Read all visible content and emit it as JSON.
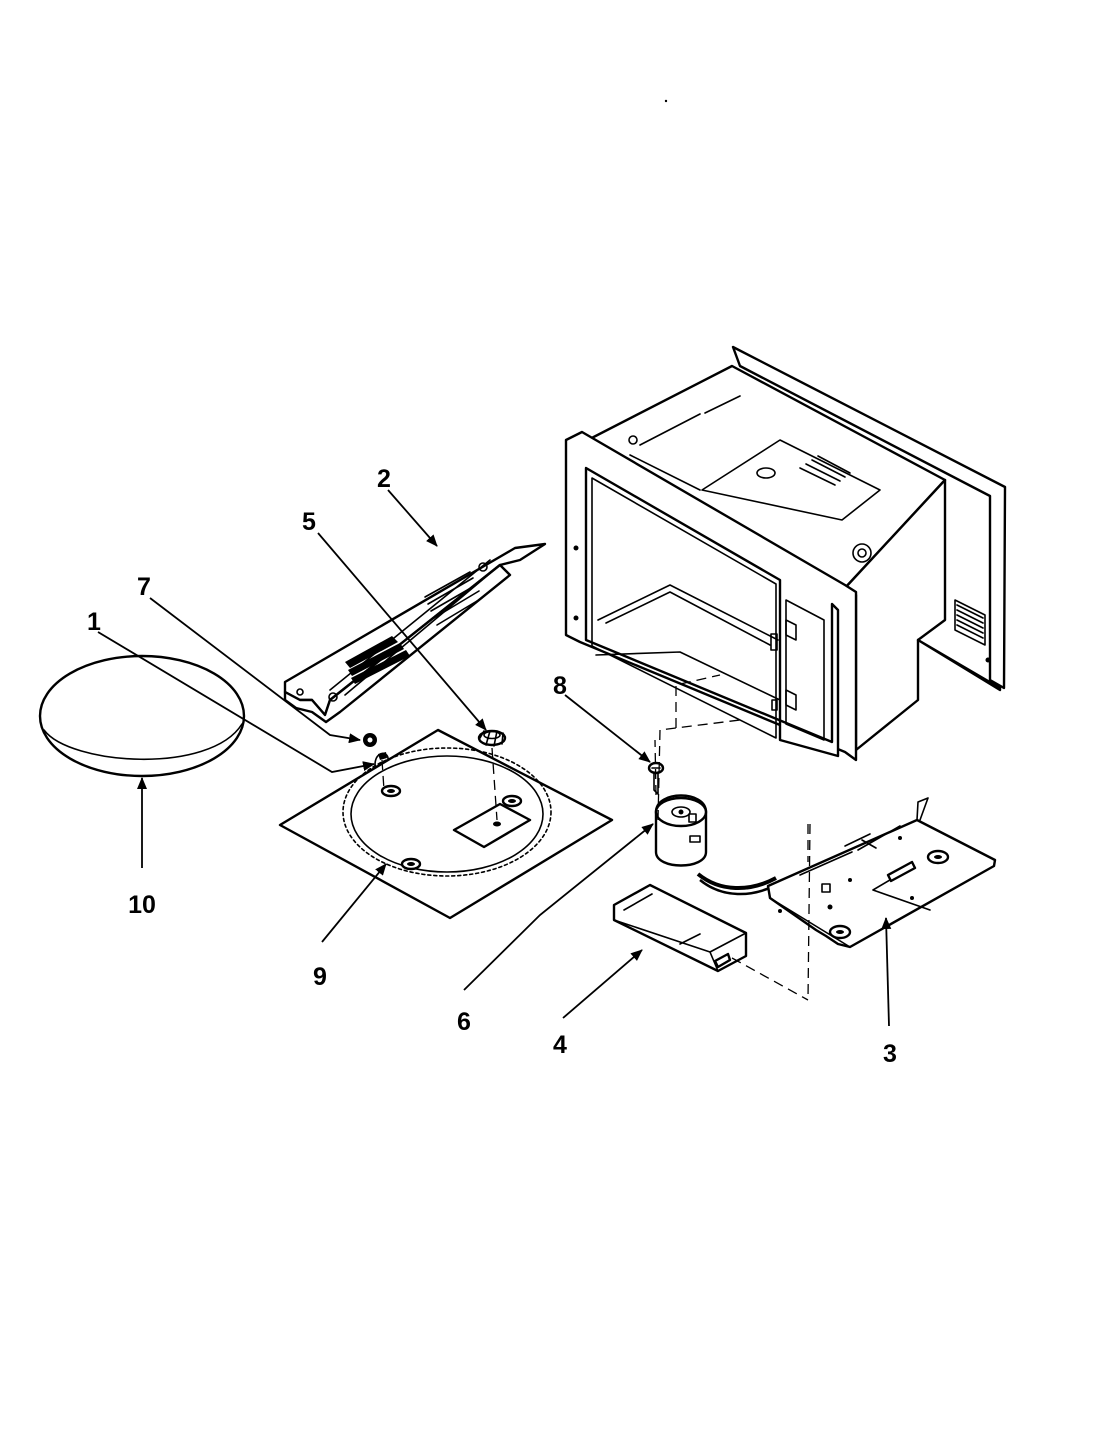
{
  "diagram": {
    "colors": {
      "line": "#000000",
      "background": "#ffffff"
    },
    "callouts": [
      {
        "id": "c1",
        "label": "1"
      },
      {
        "id": "c2",
        "label": "2"
      },
      {
        "id": "c3",
        "label": "3"
      },
      {
        "id": "c4",
        "label": "4"
      },
      {
        "id": "c5",
        "label": "5"
      },
      {
        "id": "c6",
        "label": "6"
      },
      {
        "id": "c7",
        "label": "7"
      },
      {
        "id": "c8",
        "label": "8"
      },
      {
        "id": "c9",
        "label": "9"
      },
      {
        "id": "c10",
        "label": "10"
      }
    ]
  }
}
